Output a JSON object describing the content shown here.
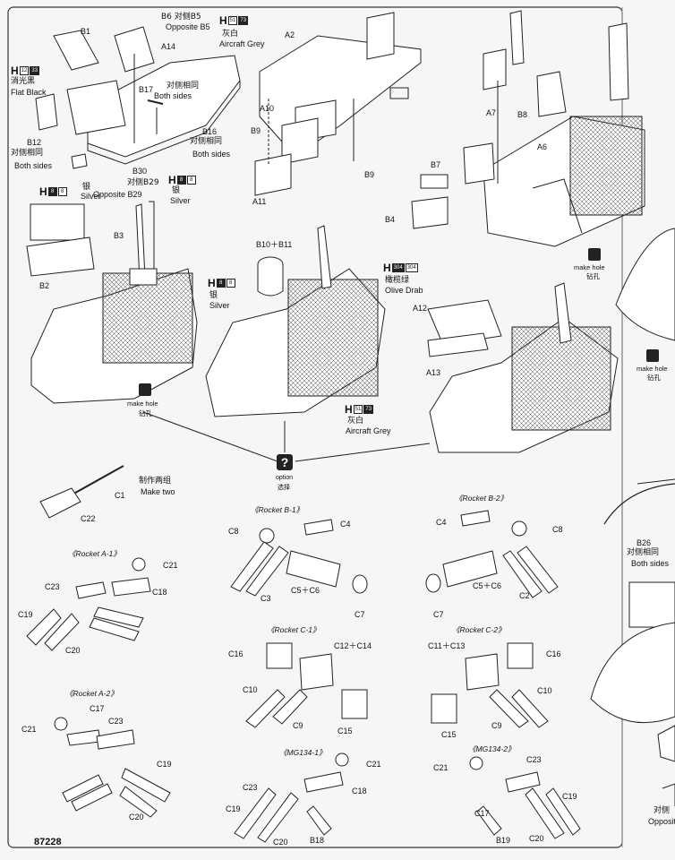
{
  "page_number": "87228",
  "paint": {
    "h": "H",
    "c33": [
      "12",
      "33"
    ],
    "c8": [
      "8",
      "8"
    ],
    "c51": [
      "51",
      "73"
    ],
    "c304": [
      "304",
      "304"
    ],
    "flat_black_cn": "消光黑",
    "flat_black": "Flat Black",
    "silver_cn": "银",
    "silver": "Silver",
    "aircraft_grey_cn": "灰白",
    "aircraft_grey": "Aircraft Grey",
    "olive_drab_cn": "橄榄绿",
    "olive_drab": "Olive Drab"
  },
  "labels": {
    "B1": "B1",
    "B6": "B6 对侧B5",
    "B6_en": "Opposite B5",
    "A14": "A14",
    "both_cn": "对侧相同",
    "both": "Both sides",
    "B17": "B17",
    "B16": "B16",
    "B12": "B12",
    "B30": "B30",
    "B30_cn": "对侧B29",
    "B30_en": "Opposite B29",
    "A2": "A2",
    "A10": "A10",
    "B9": "B9",
    "A11": "A11",
    "B9b": "B9",
    "A7": "A7",
    "B8": "B8",
    "A6": "A6",
    "B7": "B7",
    "B4": "B4",
    "B3": "B3",
    "B2": "B2",
    "B10B11": "B10＋B11",
    "A12": "A12",
    "A13": "A13",
    "make_hole": "make hole",
    "make_hole_cn": "钻孔",
    "option": "option",
    "option_cn": "选择",
    "C1": "C1",
    "C22": "C22",
    "make_two_cn": "制作两组",
    "make_two": "Make two",
    "B26": "B26",
    "opposite_cut": "对侧",
    "opposite_cut_en": "Opposit"
  },
  "sections": {
    "rocket_a1": "《Rocket A-1》",
    "rocket_a2": "《Rocket A-2》",
    "rocket_b1": "《Rocket B-1》",
    "rocket_b2": "《Rocket B-2》",
    "rocket_c1": "《Rocket C-1》",
    "rocket_c2": "《Rocket C-2》",
    "mg1": "《MG134-1》",
    "mg2": "《MG134-2》"
  },
  "parts": {
    "a1": {
      "C21": "C21",
      "C23": "C23",
      "C18": "C18",
      "C19": "C19",
      "C20": "C20"
    },
    "a2": {
      "C17": "C17",
      "C21": "C21",
      "C23": "C23",
      "C19": "C19",
      "C20": "C20"
    },
    "b1": {
      "C8": "C8",
      "C4": "C4",
      "C3": "C3",
      "C5C6": "C5＋C6",
      "C7": "C7"
    },
    "b2": {
      "C4": "C4",
      "C8": "C8",
      "C5C6": "C5＋C6",
      "C7": "C7",
      "C2": "C2"
    },
    "c1": {
      "C16": "C16",
      "C12C14": "C12＋C14",
      "C10": "C10",
      "C9": "C9",
      "C15": "C15"
    },
    "c2": {
      "C11C13": "C11＋C13",
      "C16": "C16",
      "C10": "C10",
      "C9": "C9",
      "C15": "C15"
    },
    "m1": {
      "C21": "C21",
      "C23": "C23",
      "C18": "C18",
      "C19": "C19",
      "C20": "C20",
      "B18": "B18"
    },
    "m2": {
      "C21": "C21",
      "C23": "C23",
      "C17": "C17",
      "C19": "C19",
      "B19": "B19",
      "C20": "C20"
    }
  }
}
